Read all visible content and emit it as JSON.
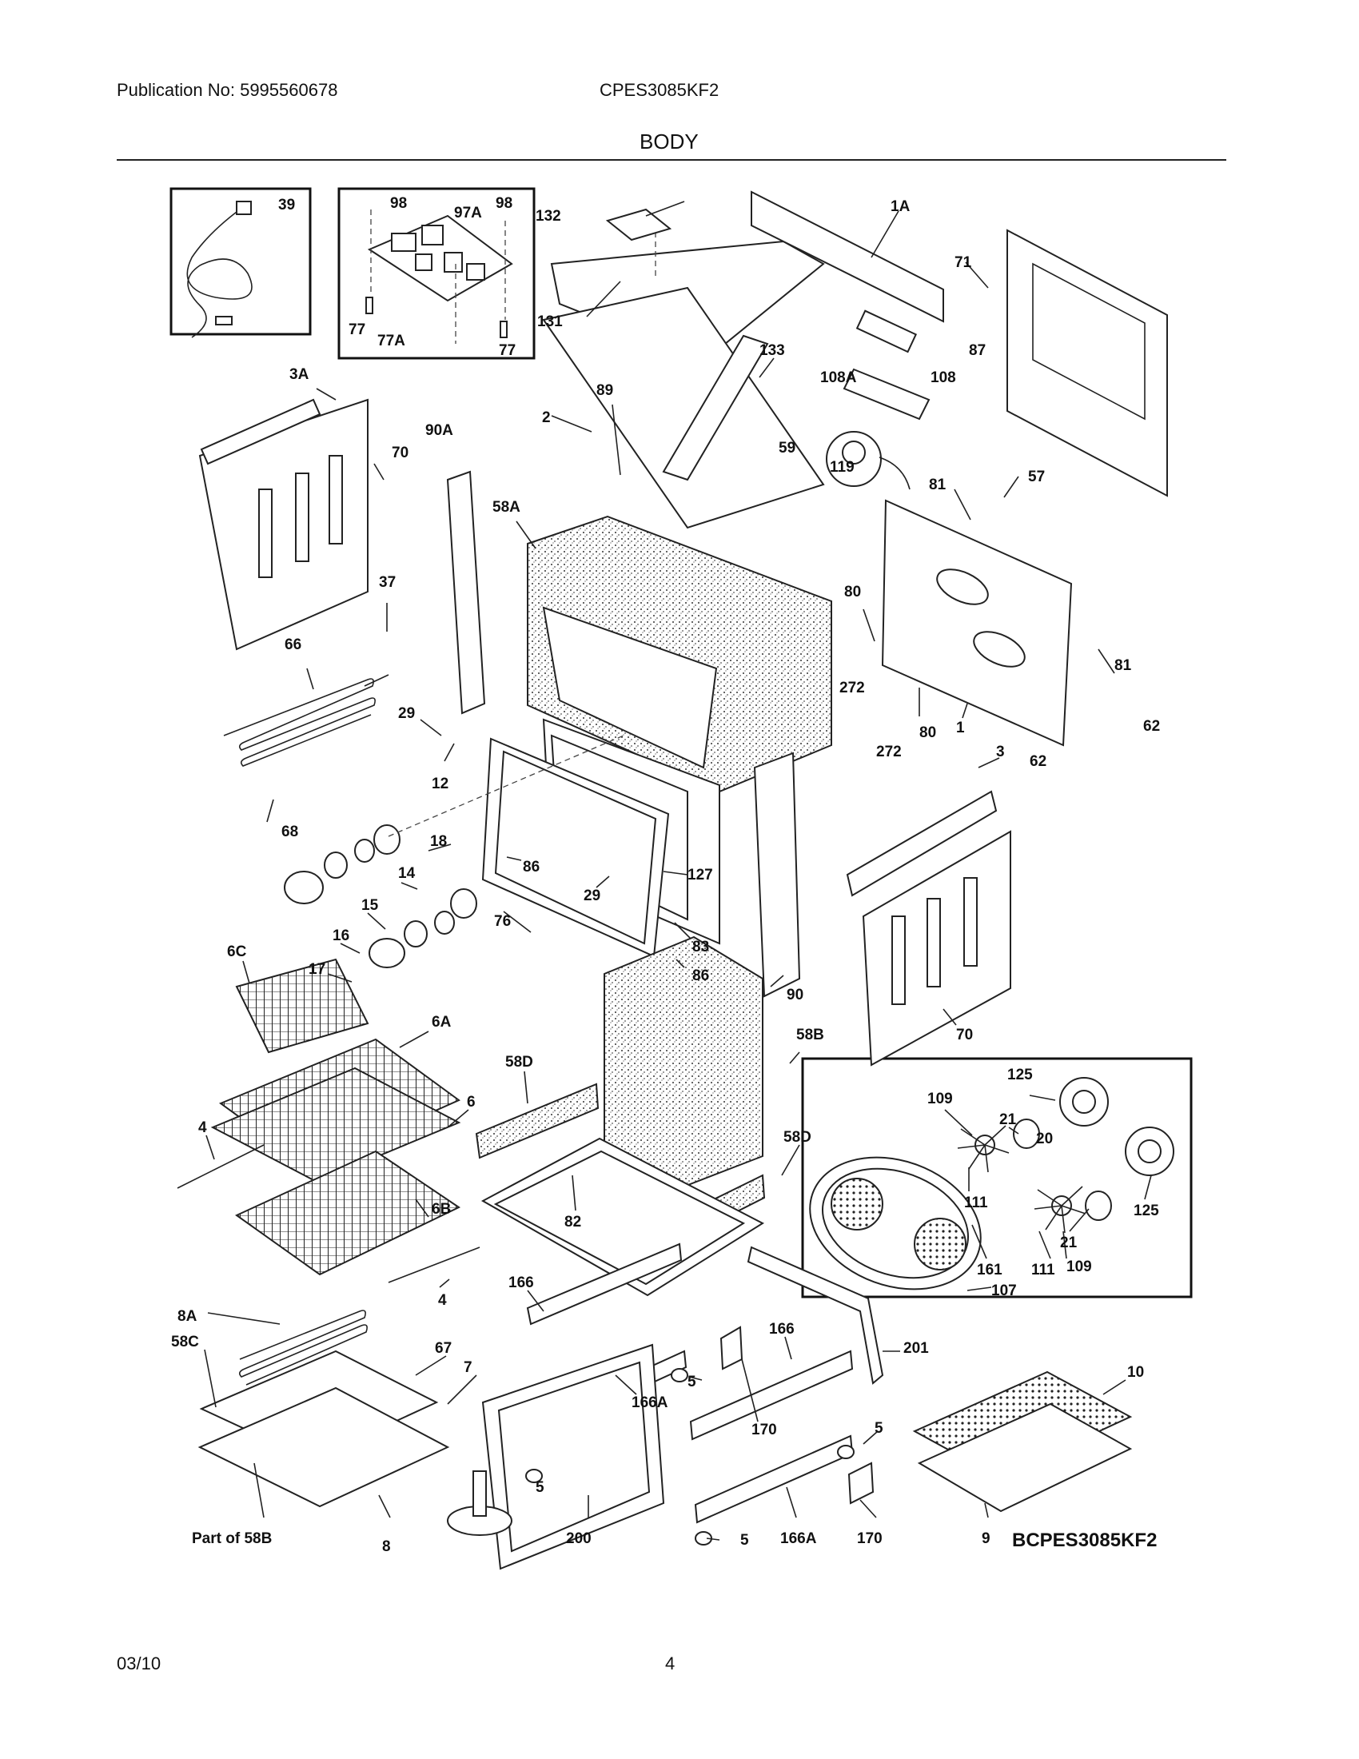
{
  "header": {
    "publication": "Publication No: 5995560678",
    "model": "CPES3085KF2",
    "section": "BODY"
  },
  "footer": {
    "date": "03/10",
    "page": "4"
  },
  "diagram": {
    "watermark": "BCPES3085KF2",
    "part_labels": {
      "p39": "39",
      "p98a": "98",
      "p97a": "97A",
      "p98b": "98",
      "p77a": "77",
      "p77aa": "77A",
      "p77b": "77",
      "p132": "132",
      "p131": "131",
      "p1a": "1A",
      "p71": "71",
      "p108": "108",
      "p87": "87",
      "p108a": "108A",
      "p133": "133",
      "p89": "89",
      "p2": "2",
      "p59": "59",
      "p119": "119",
      "p57": "57",
      "p81a": "81",
      "p3a": "3A",
      "p70a": "70",
      "p90a": "90A",
      "p58a": "58A",
      "p37": "37",
      "p80a": "80",
      "p81b": "81",
      "p66": "66",
      "p272a": "272",
      "p29a": "29",
      "p80b": "80",
      "p1": "1",
      "p62a": "62",
      "p272b": "272",
      "p12": "12",
      "p3": "3",
      "p62b": "62",
      "p68": "68",
      "p18": "18",
      "p127": "127",
      "p14": "14",
      "p86a": "86",
      "p15": "15",
      "p29b": "29",
      "p16": "16",
      "p76": "76",
      "p83": "83",
      "p17": "17",
      "p86b": "86",
      "p6c": "6C",
      "p90": "90",
      "p6a": "6A",
      "p58b": "58B",
      "p70b": "70",
      "p58d1": "58D",
      "p125a": "125",
      "p6": "6",
      "p109a": "109",
      "p21a": "21",
      "p20": "20",
      "p4a": "4",
      "p58d2": "58D",
      "p6b": "6B",
      "p82": "82",
      "p111a": "111",
      "p21b": "21",
      "p125b": "125",
      "p161": "161",
      "p111b": "111",
      "p109b": "109",
      "p4b": "4",
      "p166a": "166",
      "p107": "107",
      "p8a": "8A",
      "p166b": "166",
      "p58c": "58C",
      "p67": "67",
      "p5a": "5",
      "p201": "201",
      "p7": "7",
      "p10": "10",
      "p166aa": "166A",
      "p170a": "170",
      "p5b": "5",
      "p5c": "5",
      "p5d": "5",
      "p166ab": "166A",
      "p170b": "170",
      "p9": "9",
      "p8": "8",
      "p200": "200",
      "part58b": "Part of 58B"
    }
  }
}
